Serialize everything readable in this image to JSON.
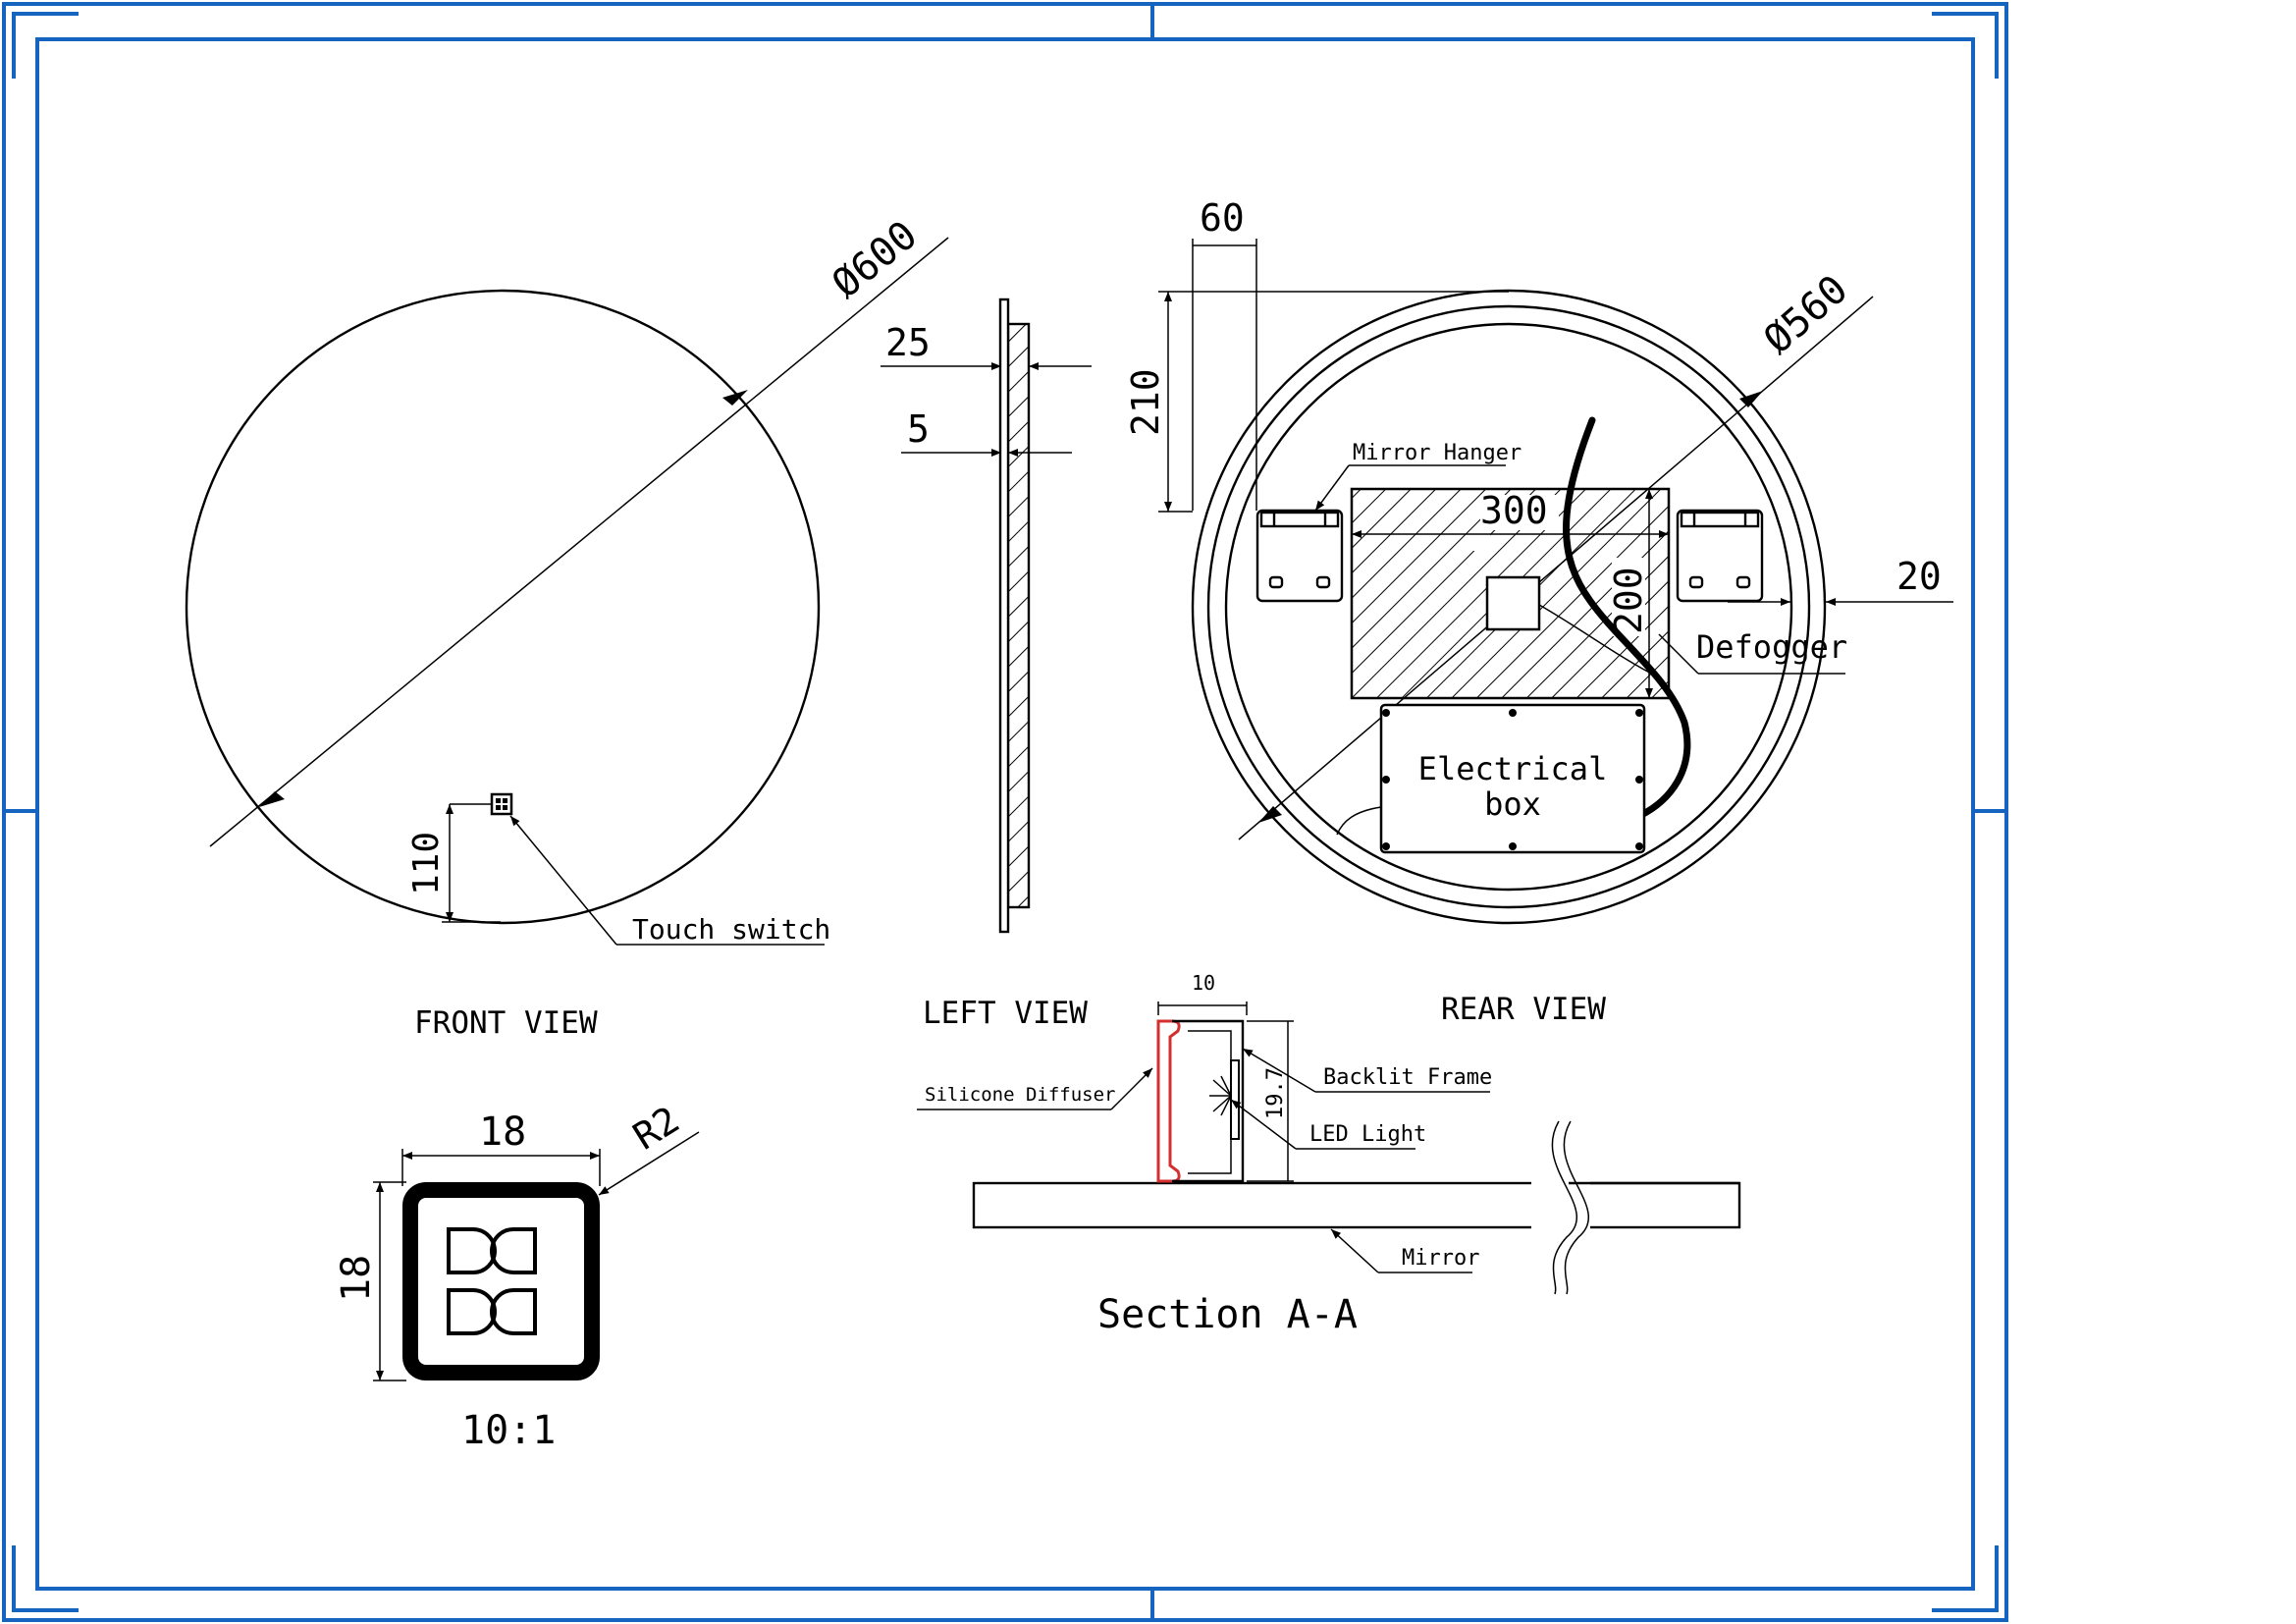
{
  "colors": {
    "frame": "#1565c0",
    "line": "#000000",
    "diffuser": "#d32f2f"
  },
  "front_view": {
    "title": "FRONT VIEW",
    "diameter": "Ø600",
    "switch_height": "110",
    "touch_switch_label": "Touch switch"
  },
  "left_view": {
    "title": "LEFT VIEW",
    "thickness_total": "25",
    "thickness_glass": "5"
  },
  "rear_view": {
    "title": "REAR VIEW",
    "hanger_offset": "60",
    "hanger_height": "210",
    "inner_diameter": "Ø560",
    "mirror_hanger_label": "Mirror Hanger",
    "defogger_width": "300",
    "defogger_height": "200",
    "frame_offset": "20",
    "defogger_label": "Defogger",
    "electrical_box_line1": "Electrical",
    "electrical_box_line2": "box"
  },
  "switch_detail": {
    "width": "18",
    "height": "18",
    "radius": "R2",
    "scale": "10:1"
  },
  "section": {
    "title": "Section A-A",
    "width": "10",
    "height": "19.7",
    "silicone_label": "Silicone Diffuser",
    "backlit_label": "Backlit Frame",
    "led_label": "LED Light",
    "mirror_label": "Mirror"
  }
}
